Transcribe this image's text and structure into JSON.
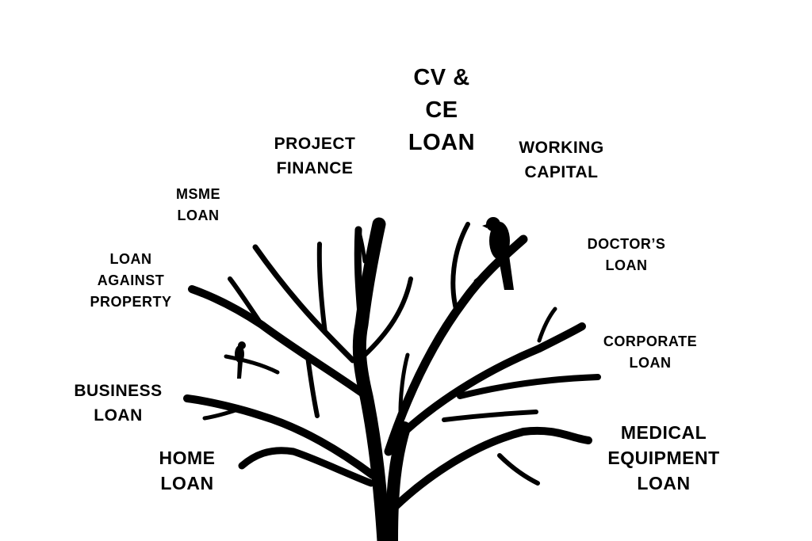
{
  "colors": {
    "ink": "#000000",
    "background": "#ffffff"
  },
  "labels": {
    "cv_ce_loan": "CV &\nCE\nLOAN",
    "project_finance": "PROJECT\nFINANCE",
    "working_capital": "WORKING\nCAPITAL",
    "msme_loan": "MSME\nLOAN",
    "doctors_loan": "DOCTOR’S\nLOAN",
    "loan_against_property": "LOAN\nAGAINST\nPROPERTY",
    "corporate_loan": "CORPORATE\nLOAN",
    "business_loan": "BUSINESS\nLOAN",
    "medical_equipment_loan": "MEDICAL\nEQUIPMENT\nLOAN",
    "home_loan": "HOME\nLOAN"
  }
}
